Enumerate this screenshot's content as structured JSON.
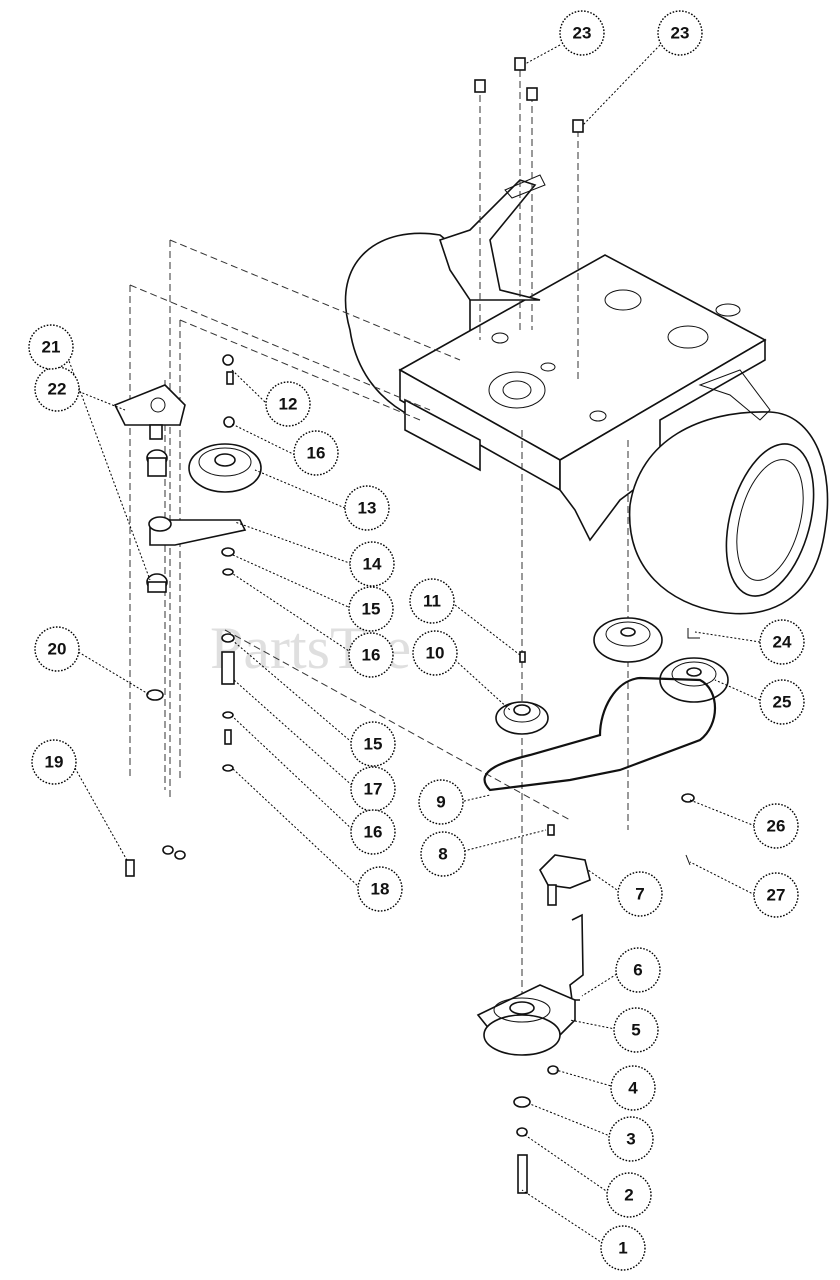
{
  "watermark": "PartsTree",
  "callouts": [
    {
      "id": "c23a",
      "label": "23"
    },
    {
      "id": "c23b",
      "label": "23"
    },
    {
      "id": "c22",
      "label": "22"
    },
    {
      "id": "c12",
      "label": "12"
    },
    {
      "id": "c16a",
      "label": "16"
    },
    {
      "id": "c13",
      "label": "13"
    },
    {
      "id": "c21",
      "label": "21"
    },
    {
      "id": "c14",
      "label": "14"
    },
    {
      "id": "c15a",
      "label": "15"
    },
    {
      "id": "c16b",
      "label": "16"
    },
    {
      "id": "c11",
      "label": "11"
    },
    {
      "id": "c10",
      "label": "10"
    },
    {
      "id": "c24",
      "label": "24"
    },
    {
      "id": "c25",
      "label": "25"
    },
    {
      "id": "c20",
      "label": "20"
    },
    {
      "id": "c15b",
      "label": "15"
    },
    {
      "id": "c17",
      "label": "17"
    },
    {
      "id": "c19",
      "label": "19"
    },
    {
      "id": "c9",
      "label": "9"
    },
    {
      "id": "c16c",
      "label": "16"
    },
    {
      "id": "c26",
      "label": "26"
    },
    {
      "id": "c8",
      "label": "8"
    },
    {
      "id": "c18",
      "label": "18"
    },
    {
      "id": "c7",
      "label": "7"
    },
    {
      "id": "c27",
      "label": "27"
    },
    {
      "id": "c6",
      "label": "6"
    },
    {
      "id": "c5",
      "label": "5"
    },
    {
      "id": "c4",
      "label": "4"
    },
    {
      "id": "c3",
      "label": "3"
    },
    {
      "id": "c2",
      "label": "2"
    },
    {
      "id": "c1",
      "label": "1"
    }
  ]
}
